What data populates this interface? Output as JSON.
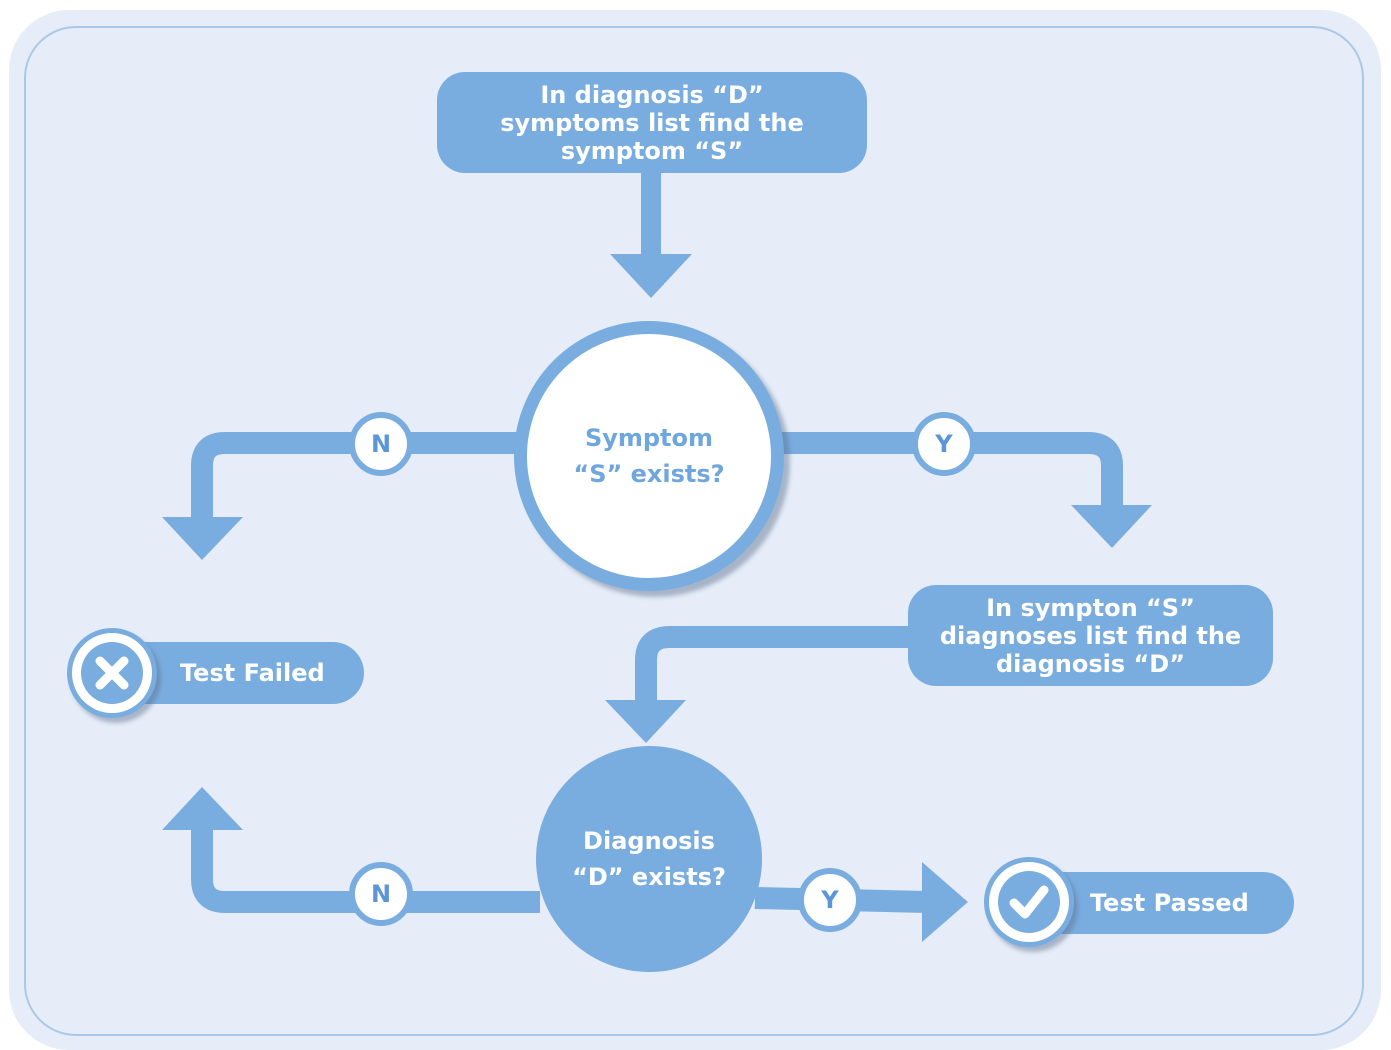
{
  "steps": {
    "find_symptom": [
      "In diagnosis “D”",
      "symptoms list find the",
      "symptom “S”"
    ],
    "find_diagnosis": [
      "In sympton “S”",
      "diagnoses list find the",
      "diagnosis “D”"
    ]
  },
  "decisions": {
    "symptom_exists": [
      "Symptom",
      "“S” exists?"
    ],
    "diagnosis_exists": [
      "Diagnosis",
      "“D” exists?"
    ]
  },
  "branches": {
    "no": "N",
    "yes": "Y"
  },
  "results": {
    "failed": "Test Failed",
    "passed": "Test Passed"
  },
  "icons": {
    "failed": "x-icon",
    "passed": "check-icon"
  },
  "colors": {
    "background": "#e6edf8",
    "frame_border": "#aac8e8",
    "accent": "#7aaddf",
    "decision_text": "#6ea6dd",
    "badge_text": "#5b96d6",
    "white": "#ffffff"
  }
}
